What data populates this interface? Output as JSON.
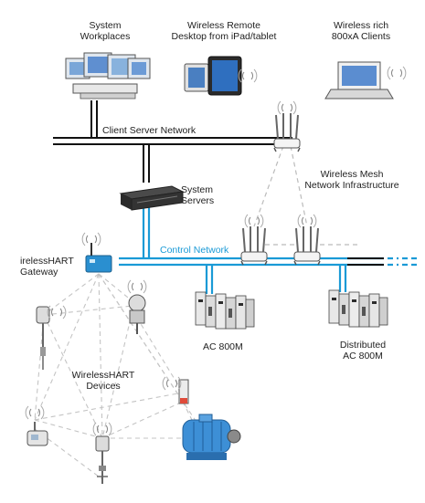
{
  "labels": {
    "system_workplaces": [
      "System",
      "Workplaces"
    ],
    "wireless_remote_desktop": [
      "Wireless Remote",
      "Desktop from iPad/tablet"
    ],
    "wireless_rich_clients": [
      "Wireless rich",
      "800xA Clients"
    ],
    "client_server_network": "Client Server Network",
    "system_servers": [
      "System",
      "Servers"
    ],
    "wireless_mesh": [
      "Wireless Mesh",
      "Network Infrastructure"
    ],
    "control_network": "Control Network",
    "wirelesshart_gateway": [
      "irelessHART",
      "Gateway"
    ],
    "ac800m": "AC 800M",
    "distributed_ac800m": [
      "Distributed",
      "AC 800M"
    ],
    "wirelesshart_devices": [
      "WirelessHART",
      "Devices"
    ]
  },
  "colors": {
    "control_network": "#1a9ad6",
    "client_server_network": "#111111",
    "mesh_links": "#bbbbbb",
    "device_blue": "#2a8fd0",
    "motor_blue": "#3d8fd6"
  },
  "icons": [
    "monitor-icon",
    "tablet-icon",
    "laptop-icon",
    "access-point-icon",
    "server-icon",
    "gateway-icon",
    "controller-icon",
    "transmitter-icon",
    "motor-icon",
    "wireless-signal-icon"
  ]
}
